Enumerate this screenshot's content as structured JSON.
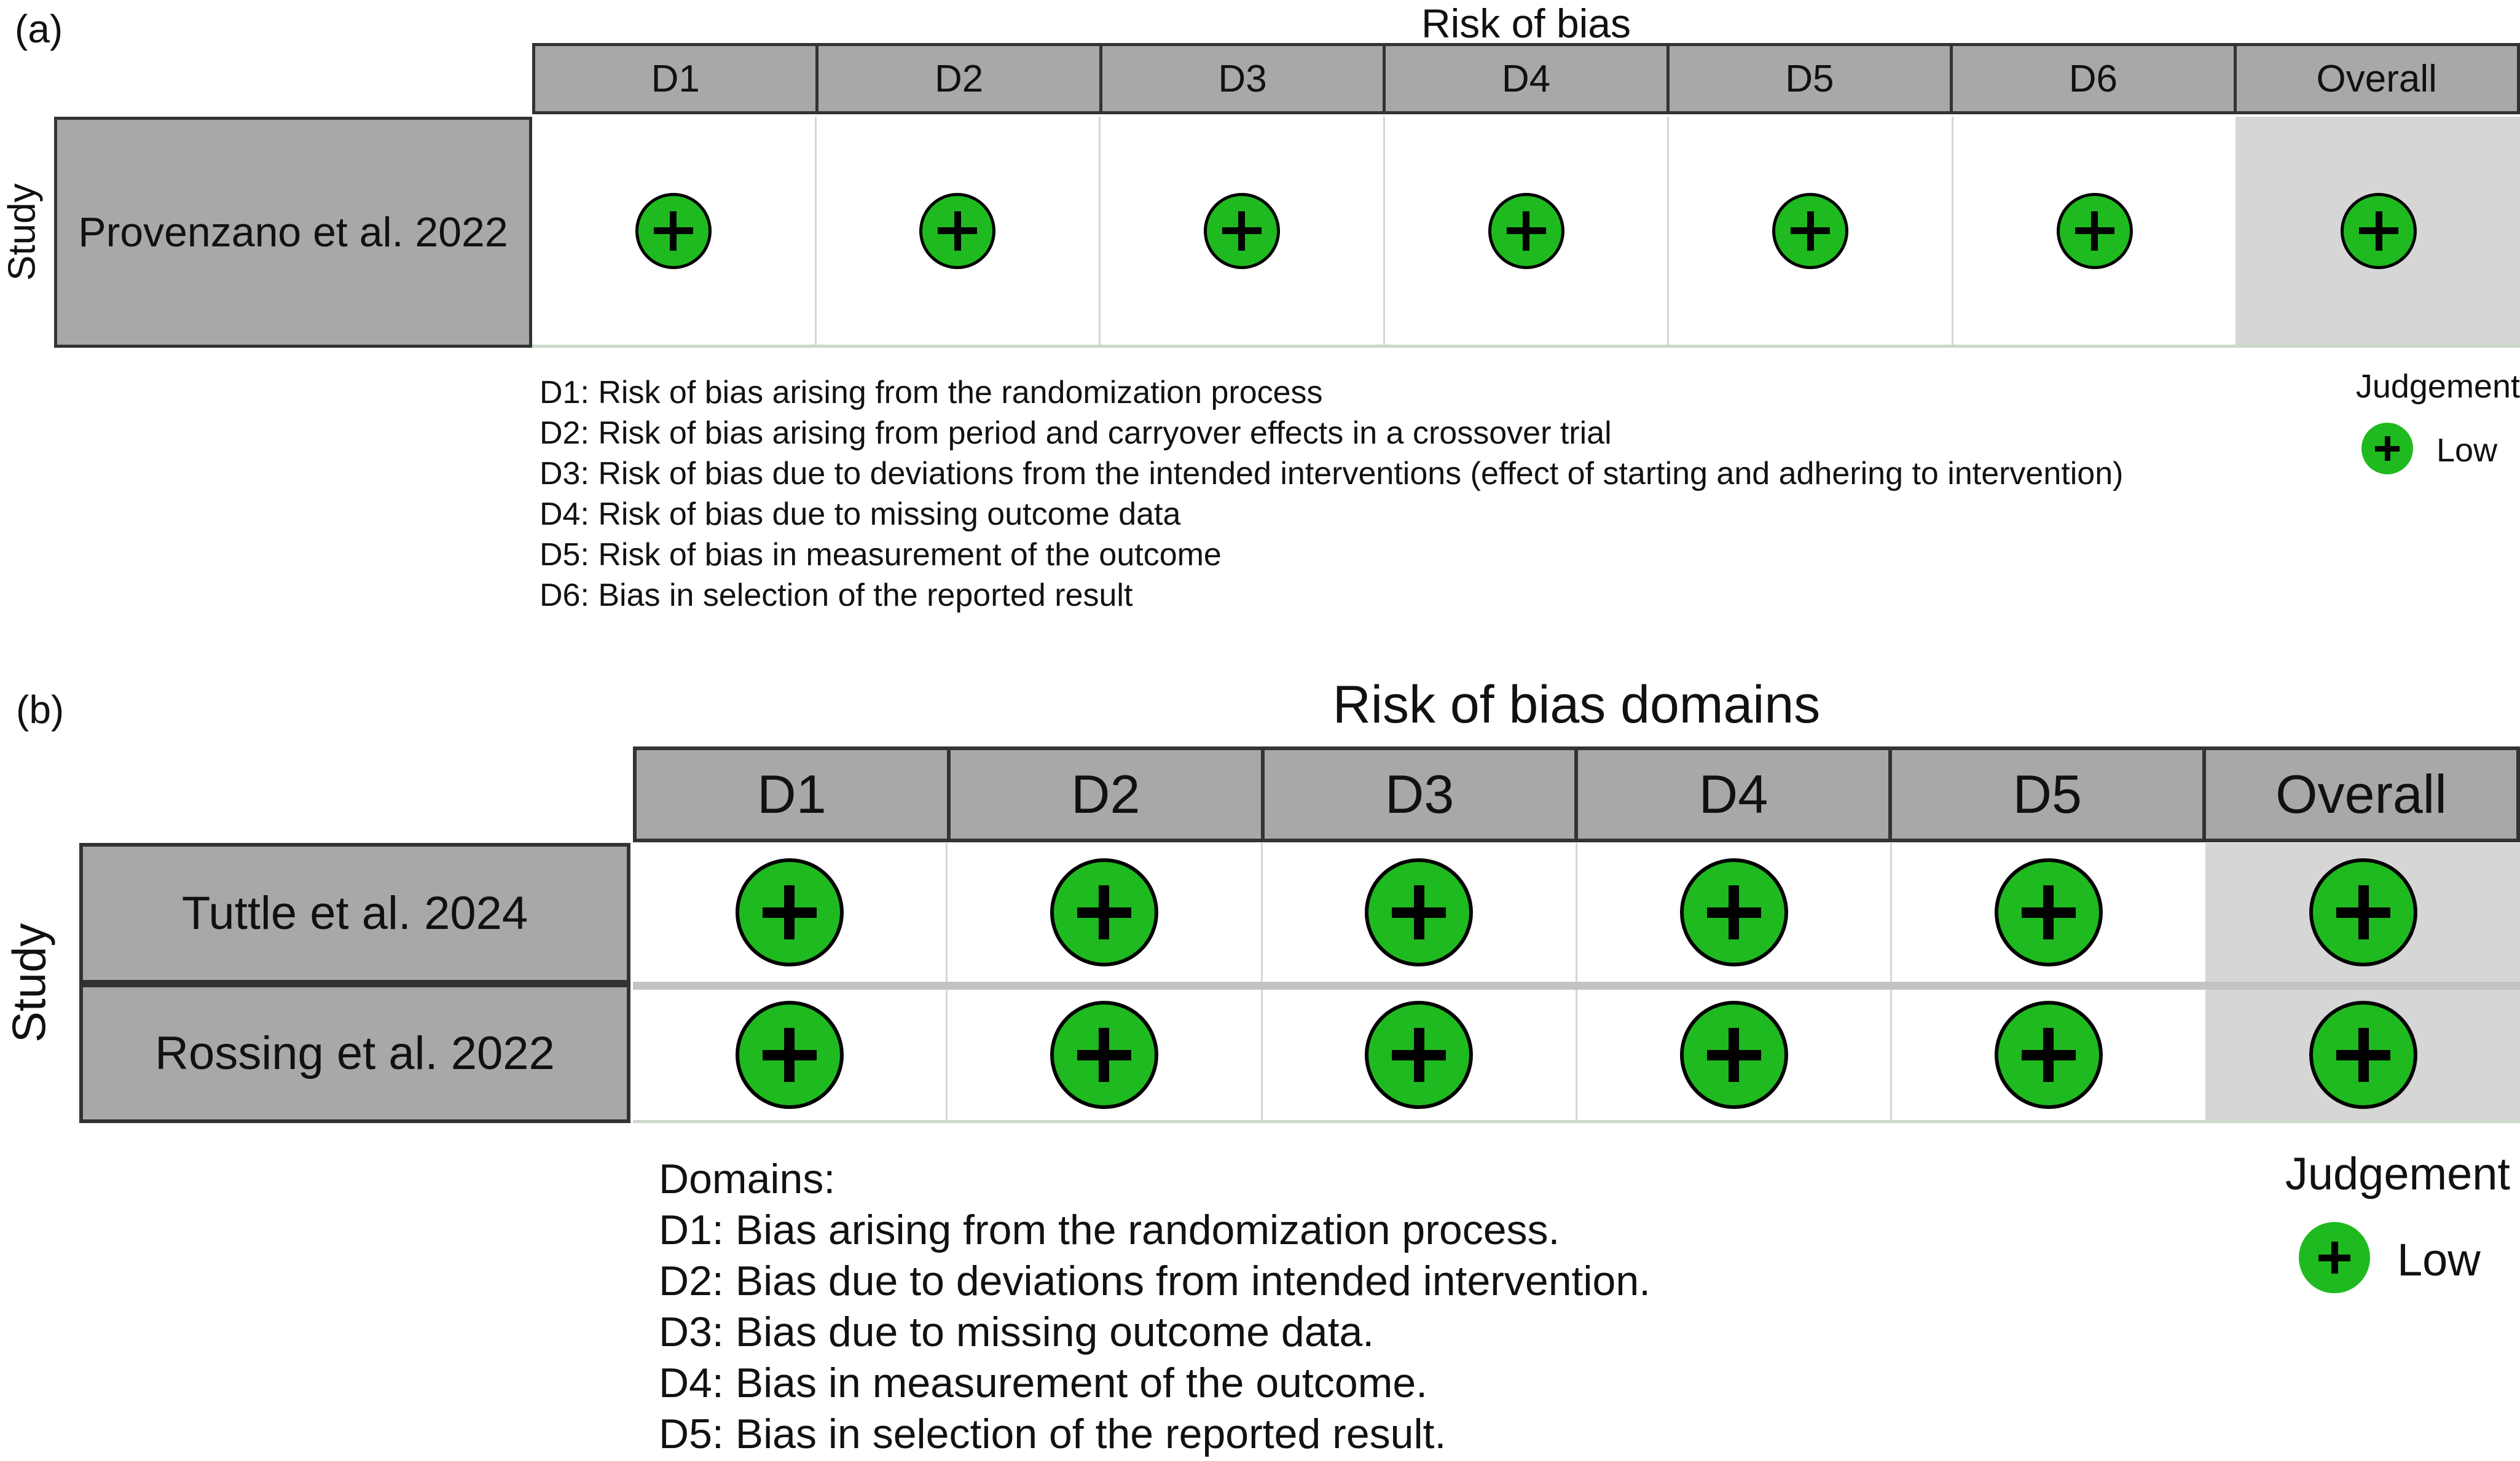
{
  "colors": {
    "low_green": "#1fba1f",
    "header_gray": "#a8a8a8",
    "overall_gray": "#d6d6d6",
    "border_dark": "#333333",
    "cell_divider": "#d2d8d2",
    "row_separator": "#c3c3c3",
    "bottom_line": "#cbd8cb"
  },
  "panel_a": {
    "label": "(a)",
    "title": "Risk of bias",
    "axis_label": "Study",
    "columns": [
      "D1",
      "D2",
      "D3",
      "D4",
      "D5",
      "D6",
      "Overall"
    ],
    "rows": [
      {
        "study": "Provenzano et al. 2022",
        "judgements": [
          "Low",
          "Low",
          "Low",
          "Low",
          "Low",
          "Low",
          "Low"
        ]
      }
    ],
    "footnotes": [
      "D1: Risk of bias arising from the randomization process",
      "D2: Risk of bias arising from period and carryover effects in a crossover trial",
      "D3: Risk of bias due to deviations from the intended interventions (effect of starting and adhering to intervention)",
      "D4: Risk of bias due to missing outcome data",
      "D5: Risk of bias in measurement of the outcome",
      "D6: Bias in selection of the reported result"
    ],
    "legend": {
      "title": "Judgement",
      "items": [
        {
          "icon": "plus-circle-green",
          "label": "Low"
        }
      ]
    }
  },
  "panel_b": {
    "label": "(b)",
    "title": "Risk of bias domains",
    "axis_label": "Study",
    "columns": [
      "D1",
      "D2",
      "D3",
      "D4",
      "D5",
      "Overall"
    ],
    "rows": [
      {
        "study": "Tuttle et al. 2024",
        "judgements": [
          "Low",
          "Low",
          "Low",
          "Low",
          "Low",
          "Low"
        ]
      },
      {
        "study": "Rossing et al. 2022",
        "judgements": [
          "Low",
          "Low",
          "Low",
          "Low",
          "Low",
          "Low"
        ]
      }
    ],
    "footnotes": [
      "Domains:",
      "D1: Bias arising from the randomization process.",
      "D2: Bias due to deviations from intended intervention.",
      "D3: Bias due to missing outcome data.",
      "D4: Bias in measurement of the outcome.",
      "D5: Bias in selection of the reported result."
    ],
    "legend": {
      "title": "Judgement",
      "items": [
        {
          "icon": "plus-circle-green",
          "label": "Low"
        }
      ]
    }
  },
  "chart_data": [
    {
      "type": "table",
      "panel": "a",
      "title": "Risk of bias",
      "row_axis_label": "Study",
      "columns": [
        "D1",
        "D2",
        "D3",
        "D4",
        "D5",
        "D6",
        "Overall"
      ],
      "rows": [
        {
          "study": "Provenzano et al. 2022",
          "values": [
            "Low",
            "Low",
            "Low",
            "Low",
            "Low",
            "Low",
            "Low"
          ]
        }
      ],
      "legend": {
        "title": "Judgement",
        "entries": [
          "Low"
        ]
      },
      "domain_definitions": [
        "D1: Risk of bias arising from the randomization process",
        "D2: Risk of bias arising from period and carryover effects in a crossover trial",
        "D3: Risk of bias due to deviations from the intended interventions (effect of starting and adhering to intervention)",
        "D4: Risk of bias due to missing outcome data",
        "D5: Risk of bias in measurement of the outcome",
        "D6: Bias in selection of the reported result"
      ]
    },
    {
      "type": "table",
      "panel": "b",
      "title": "Risk of bias domains",
      "row_axis_label": "Study",
      "columns": [
        "D1",
        "D2",
        "D3",
        "D4",
        "D5",
        "Overall"
      ],
      "rows": [
        {
          "study": "Tuttle et al. 2024",
          "values": [
            "Low",
            "Low",
            "Low",
            "Low",
            "Low",
            "Low"
          ]
        },
        {
          "study": "Rossing et al. 2022",
          "values": [
            "Low",
            "Low",
            "Low",
            "Low",
            "Low",
            "Low"
          ]
        }
      ],
      "legend": {
        "title": "Judgement",
        "entries": [
          "Low"
        ]
      },
      "domain_definitions": [
        "D1: Bias arising from the randomization process.",
        "D2: Bias due to deviations from intended intervention.",
        "D3: Bias due to missing outcome data.",
        "D4: Bias in measurement of the outcome.",
        "D5: Bias in selection of the reported result."
      ]
    }
  ]
}
